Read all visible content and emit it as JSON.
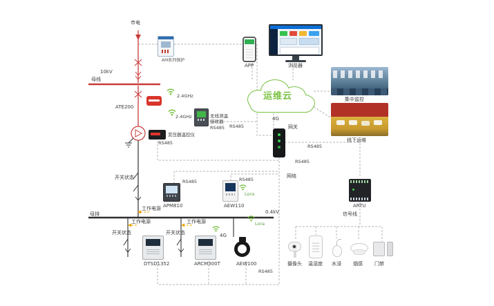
{
  "colors": {
    "cloud_green": "#7ac143",
    "power_red": "#c93a3a",
    "tap_yellow": "#f0a500",
    "comm_gray": "#b5b5b5"
  },
  "labels": {
    "mains": "市电",
    "relay": "AM系列保护",
    "hv": "10kV",
    "bus_top": "母线",
    "ate200": "ATE200",
    "freq": [
      "2.4GHz",
      "2.4GHz"
    ],
    "receiver": [
      "无线测温",
      "接收器",
      "RS485"
    ],
    "tctrl": "变压器温控仪",
    "tctrl_bus": "RS485",
    "app": "APP",
    "browser": "浏览器",
    "cloud": "运维云",
    "g4": [
      "4G",
      "4G"
    ],
    "gateway": "网关",
    "central": "集中监控",
    "field": "线下运维",
    "network": "网络",
    "artu": "ARTU",
    "signal_line": "信号线",
    "switch_status": [
      "开关状态",
      "开关状态",
      "开关状态"
    ],
    "work_power": [
      "工作电源",
      "工作电源",
      "工作电源"
    ],
    "apm810": "APM810",
    "aew110": "AEW110",
    "lora": [
      "Lora",
      "Lora"
    ],
    "lv": "0.4kV",
    "bus_bottom": "母排",
    "dtsd1352": "DTSD1352",
    "arcm300t": "ARCM300T",
    "aew100": "AEW100",
    "camera": "摄像头",
    "temp_humidity": "温湿度",
    "water": "水浸",
    "smoke": "烟感",
    "door": "门禁",
    "rs485": {
      "receiver_link": "RS485",
      "gateway_a": "RS485",
      "gateway_b": "RS485",
      "apm": "RS485",
      "aew110": "RS485",
      "bottom": "RS485"
    }
  }
}
